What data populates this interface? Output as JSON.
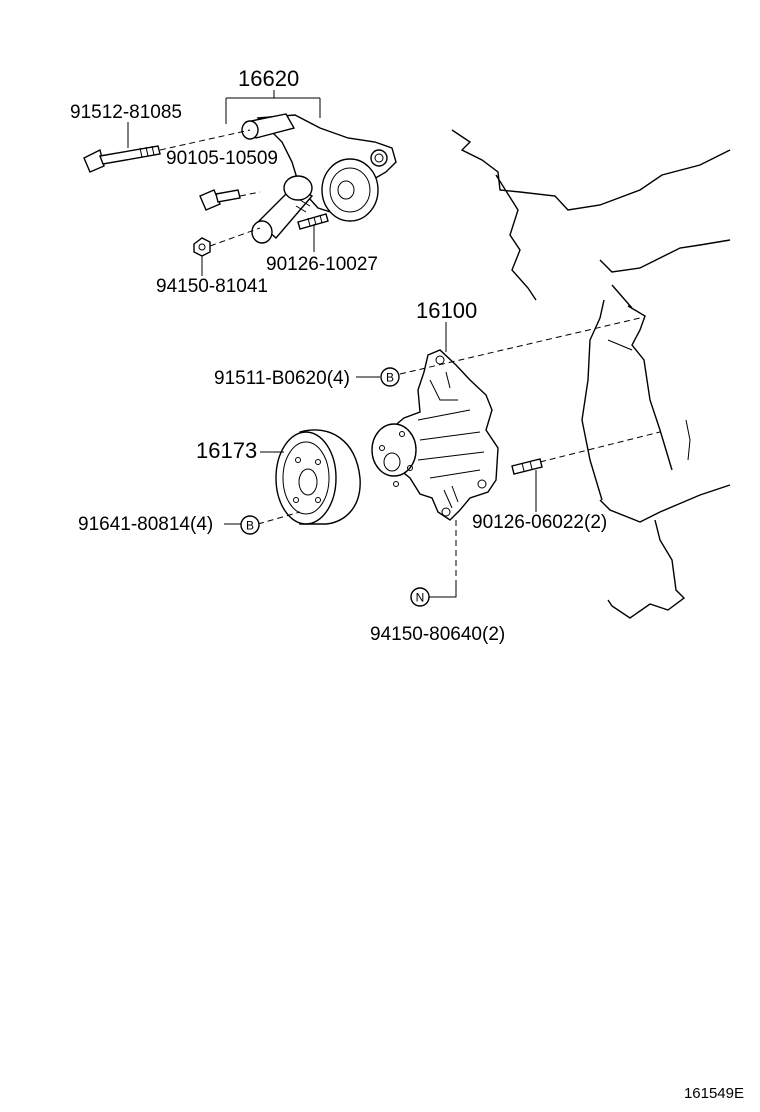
{
  "callouts": {
    "assy_tensioner": "16620",
    "bolt_tensioner": "91512-81085",
    "bolt_tensioner_2": "90105-10509",
    "stud_tensioner": "90126-10027",
    "nut_tensioner": "94150-81041",
    "water_pump": "16100",
    "bolt_pump": "91511-B0620(4)",
    "pulley": "16173",
    "bolt_pulley": "91641-80814(4)",
    "stud_pump": "90126-06022(2)",
    "nut_pump": "94150-80640(2)"
  },
  "markers": {
    "pump_bolt_marker": "B",
    "pulley_bolt_marker": "B",
    "pump_nut_marker": "N"
  },
  "illustration_code": "161549E"
}
